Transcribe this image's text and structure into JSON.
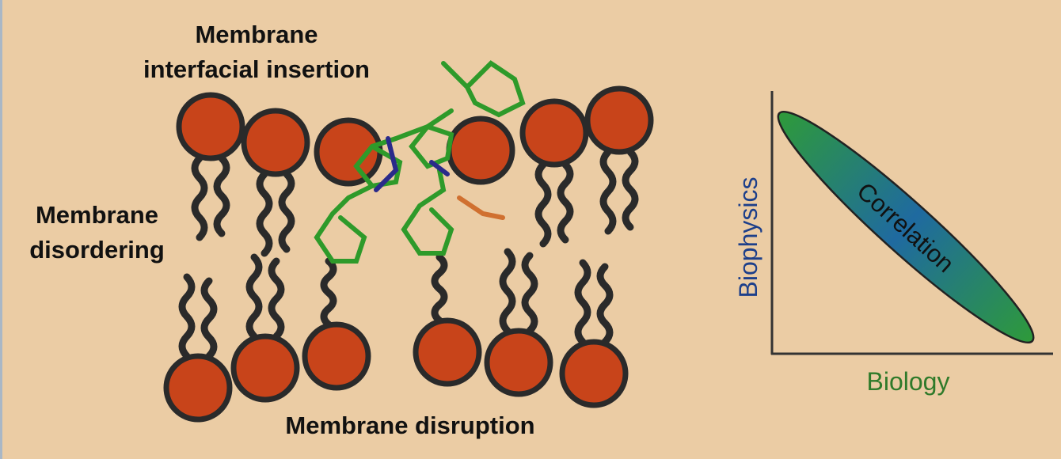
{
  "labels": {
    "insertion_line1": "Membrane",
    "insertion_line2": "interfacial insertion",
    "disordering_line1": "Membrane",
    "disordering_line2": "disordering",
    "disruption": "Membrane disruption"
  },
  "plot": {
    "y_label": "Biophysics",
    "x_label": "Biology",
    "ellipse_label": "Correlation",
    "colors": {
      "y_label": "#1d3f8a",
      "x_label": "#2f7a2a",
      "ellipse_start": "#2e9a3a",
      "ellipse_end": "#1f6aa0"
    }
  },
  "colors": {
    "background": "#ebcca4",
    "head": "#c8441a",
    "outline": "#2a2a2a",
    "molecule": "#2e9a2a",
    "nitrogen": "#2a2a8a",
    "accent": "#d07030"
  }
}
